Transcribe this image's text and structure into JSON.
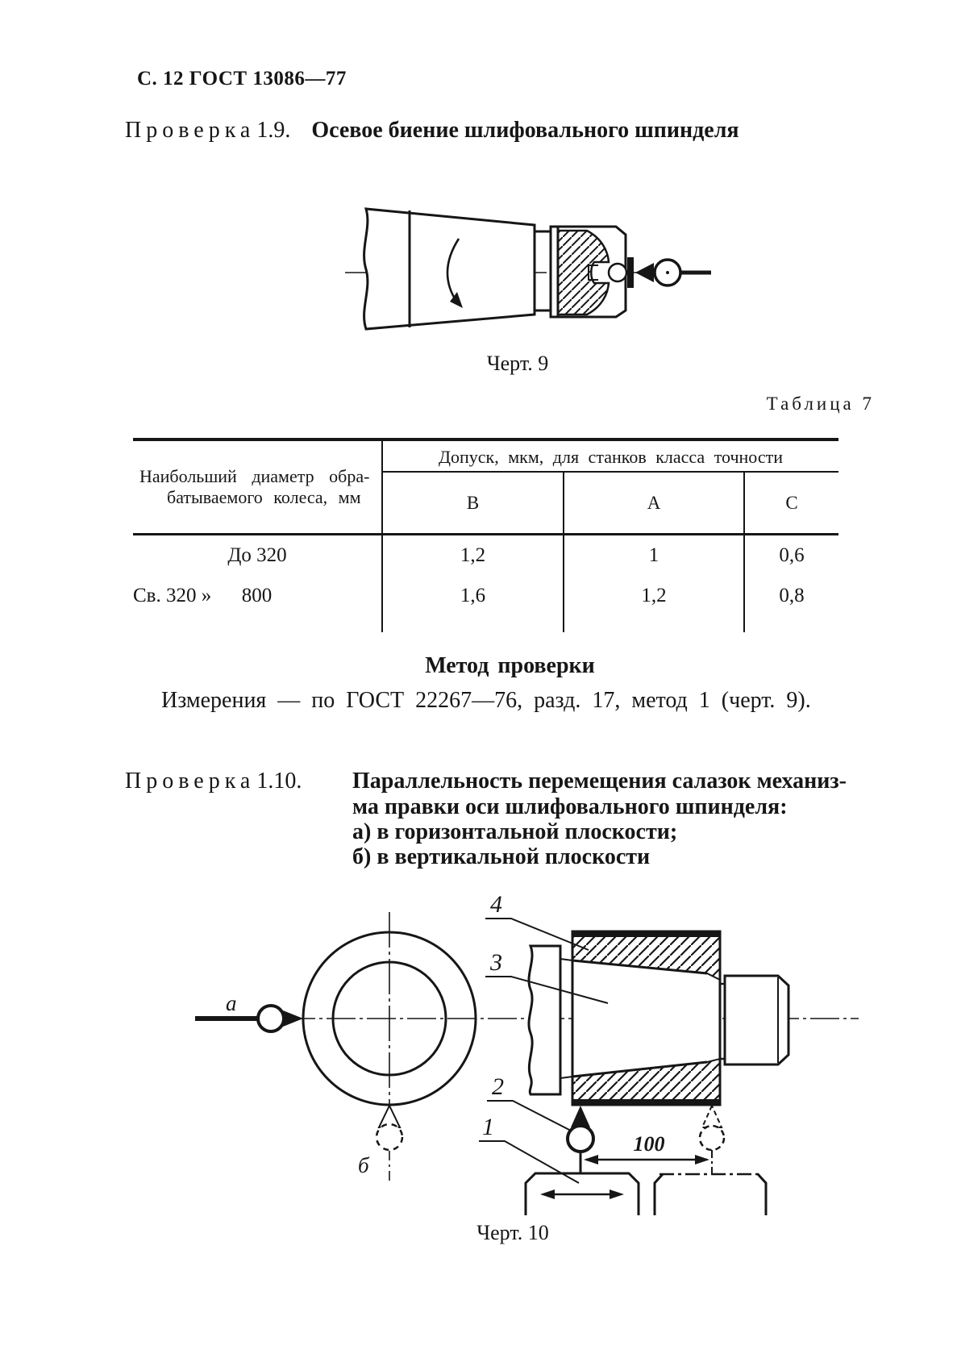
{
  "header": "С. 12 ГОСТ 13086—77",
  "check19": {
    "word": "Проверка",
    "num": "1.9.",
    "title": "Осевое биение шлифовального шпинделя"
  },
  "fig9": {
    "caption": "Черт. 9"
  },
  "table7": {
    "label": "Таблица 7",
    "col1_line1": "Наибольший диаметр обра-",
    "col1_line2": "батываемого колеса, мм",
    "span_header": "Допуск, мкм, для станков класса точности",
    "classes": [
      "В",
      "А",
      "С"
    ],
    "rows": [
      {
        "d": "До 320",
        "b": "1,2",
        "a": "1",
        "c": "0,6"
      },
      {
        "d": "Св. 320 »      800",
        "b": "1,6",
        "a": "1,2",
        "c": "0,8"
      }
    ]
  },
  "method": {
    "heading": "Метод проверки",
    "text": "Измерения — по ГОСТ 22267—76, разд. 17, метод 1 (черт. 9)."
  },
  "check110": {
    "word": "Проверка",
    "num": "1.10.",
    "line1": "Параллельность перемещения салазок механиз-",
    "line2": "ма правки оси шлифовального шпинделя:",
    "line3": "а) в горизонтальной плоскости;",
    "line4": "б) в вертикальной плоскости"
  },
  "fig10": {
    "caption": "Черт. 10",
    "labels": {
      "a": "а",
      "b": "б",
      "dim": "100",
      "n1": "1",
      "n2": "2",
      "n3": "3",
      "n4": "4"
    }
  },
  "colors": {
    "ink": "#161616",
    "paper": "#ffffff"
  }
}
